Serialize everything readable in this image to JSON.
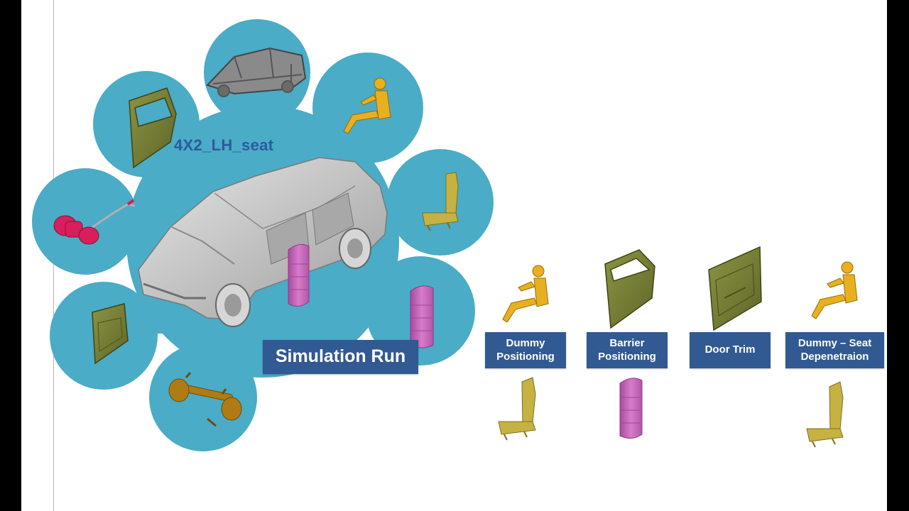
{
  "title": "4X2_LH_seat",
  "simulation_run_label": "Simulation Run",
  "steps": [
    {
      "label": "Dummy\nPositioning"
    },
    {
      "label": "Barrier\nPositioning"
    },
    {
      "label": "Door Trim"
    },
    {
      "label": "Dummy – Seat\nDepenetraion"
    }
  ],
  "colors": {
    "bubble": "#4aacc6",
    "label_box": "#315992",
    "title_text": "#2c5aa0",
    "dummy": "#e8b020",
    "door": "#7a8236",
    "seat": "#c6b242",
    "barrier": "#c969bd",
    "fuel_tank": "#d81e5b",
    "axle": "#b07b12",
    "car": "#c8c8c8"
  },
  "icons": {
    "bubble_parts": [
      "body-in-white-icon",
      "dummy-icon",
      "seat-icon",
      "barrier-icon",
      "axle-icon",
      "door-trim-icon",
      "fuel-tank-icon",
      "door-icon"
    ],
    "central": "car-icon"
  }
}
